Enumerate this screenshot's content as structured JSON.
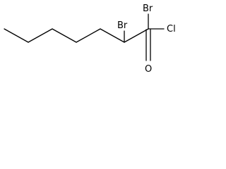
{
  "molecule": {
    "atoms": {
      "br1": "Br",
      "cl": "Cl",
      "br3": "Br",
      "o": "O"
    }
  }
}
